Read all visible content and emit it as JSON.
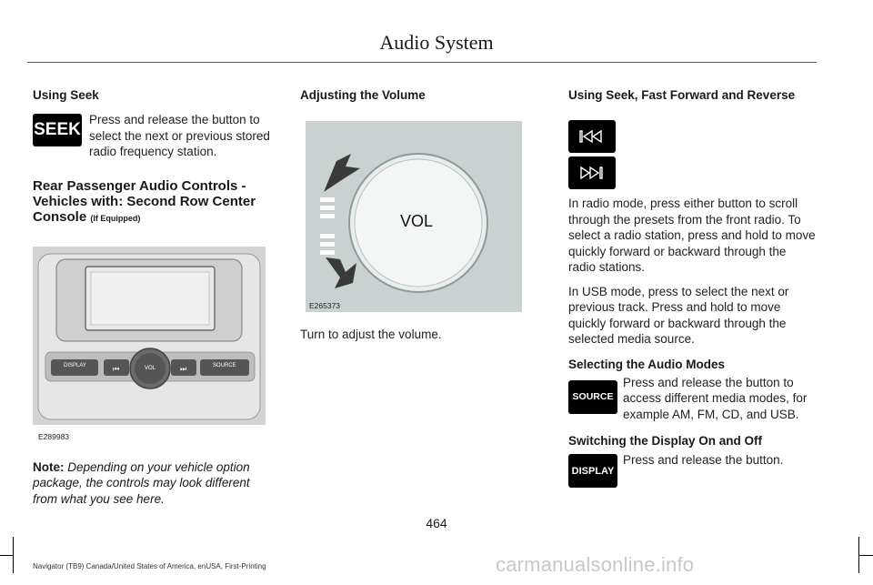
{
  "header": {
    "title": "Audio System"
  },
  "col1": {
    "seek_heading": "Using Seek",
    "seek_button": "SEEK",
    "seek_text": "Press and release the button to select the next or previous stored radio frequency station.",
    "rear_heading": "Rear Passenger Audio Controls - Vehicles with: Second Row Center Console",
    "rear_heading_suffix": "(If Equipped)",
    "rear_figure": {
      "code": "E289983",
      "display_label": "DISPLAY",
      "vol_label": "VOL",
      "source_label": "SOURCE"
    },
    "note_label": "Note:",
    "note_text": "Depending on your vehicle option package, the controls may look different from what you see here."
  },
  "col2": {
    "volume_heading": "Adjusting the Volume",
    "volume_figure": {
      "code": "E265373",
      "knob_label": "VOL"
    },
    "volume_text": "Turn to adjust the volume."
  },
  "col3": {
    "seek_ff_heading": "Using Seek, Fast Forward and Reverse",
    "prev_icon": "skip-back-icon",
    "next_icon": "skip-forward-icon",
    "radio_text": "In radio mode, press either button to scroll through the presets from the front radio. To select a radio station, press and hold to move quickly forward or backward through the radio stations.",
    "usb_text": "In USB mode, press to select the next or previous track. Press and hold to move quickly forward or backward through the selected media source.",
    "modes_heading": "Selecting the Audio Modes",
    "source_button": "SOURCE",
    "modes_text": "Press and release the button to access different media modes, for example AM, FM, CD, and USB.",
    "display_heading": "Switching the Display On and Off",
    "display_button": "DISPLAY",
    "display_text": "Press and release the button."
  },
  "footer": {
    "page_number": "464",
    "edition": "Navigator (TB9) Canada/United States of America, enUSA, First-Printing",
    "watermark": "carmanualsonline.info"
  }
}
